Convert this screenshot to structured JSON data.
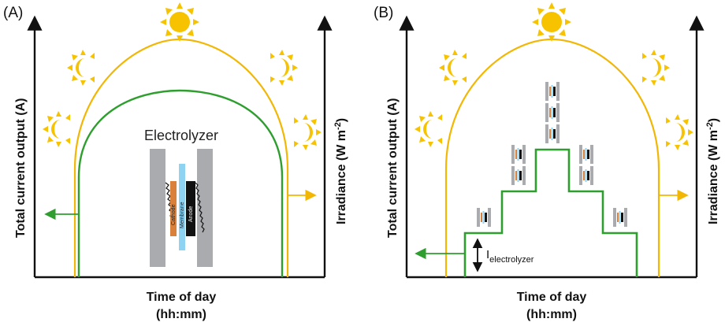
{
  "colors": {
    "sun": "#F7C300",
    "irradiance_curve": "#F2B705",
    "current_curve": "#2E9E2E",
    "axis": "#111111",
    "electrode_gray": "#A9ABAE",
    "cathode": "#D9803A",
    "membrane": "#8FD3F2",
    "anode": "#111111"
  },
  "panel_a": {
    "label": "(A)",
    "y_axis_label": "Total current output (A)",
    "y2_axis_label": "Irradiance (W m",
    "y2_axis_sup": "-2",
    "y2_axis_close": ")",
    "x_axis_label": "Time of day",
    "x_axis_unit": "(hh:mm)",
    "electrolyzer_title": "Electrolyzer",
    "cathode_label": "Cathode",
    "membrane_label": "Membrane",
    "anode_label": "Anode"
  },
  "panel_b": {
    "label": "(B)",
    "y_axis_label": "Total current output (A)",
    "y2_axis_label": "Irradiance (W m",
    "y2_axis_sup": "-2",
    "y2_axis_close": ")",
    "x_axis_label": "Time of day",
    "x_axis_unit": "(hh:mm)",
    "current_label": "I",
    "current_sub": "electrolyzer",
    "electrolyzers_per_step": [
      1,
      2,
      3,
      2,
      1
    ]
  },
  "icons": {
    "sun": "sun-icon",
    "setting_sun": "partial-sun-icon",
    "electrolyzer_stack": "electrolyzer-icon"
  }
}
